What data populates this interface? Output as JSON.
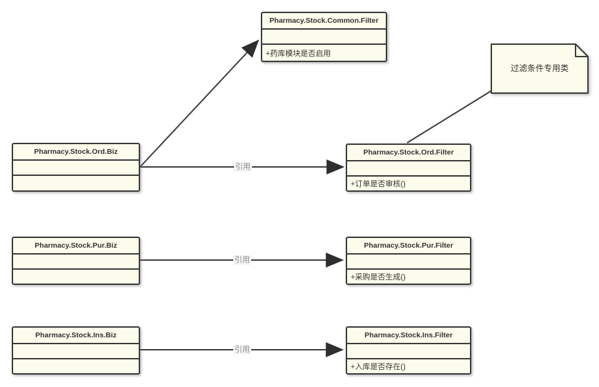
{
  "diagram": {
    "classes": {
      "common_filter": {
        "title": "Pharmacy.Stock.Common.Filter",
        "attribute": "+药库模块是否启用"
      },
      "ord_biz": {
        "title": "Pharmacy.Stock.Ord.Biz",
        "attribute": ""
      },
      "ord_filter": {
        "title": "Pharmacy.Stock.Ord.Filter",
        "attribute": "+订单是否审核()"
      },
      "pur_biz": {
        "title": "Pharmacy.Stock.Pur.Biz",
        "attribute": ""
      },
      "pur_filter": {
        "title": "Pharmacy.Stock.Pur.Filter",
        "attribute": "+采购是否生成()"
      },
      "ins_biz": {
        "title": "Pharmacy.Stock.Ins.Biz",
        "attribute": ""
      },
      "ins_filter": {
        "title": "Pharmacy.Stock.Ins.Filter",
        "attribute": "+入库是否存在()"
      }
    },
    "note": {
      "text": "过滤条件专用类"
    },
    "edge_labels": {
      "ord": "引用",
      "pur": "引用",
      "ins": "引用"
    },
    "colors": {
      "box_fill": "#FCFCEC",
      "box_border": "#3A3A3A",
      "connector_line": "#3D3D3D",
      "edge_label_text": "#8A8A8A",
      "background": "#FFFFFF"
    }
  }
}
